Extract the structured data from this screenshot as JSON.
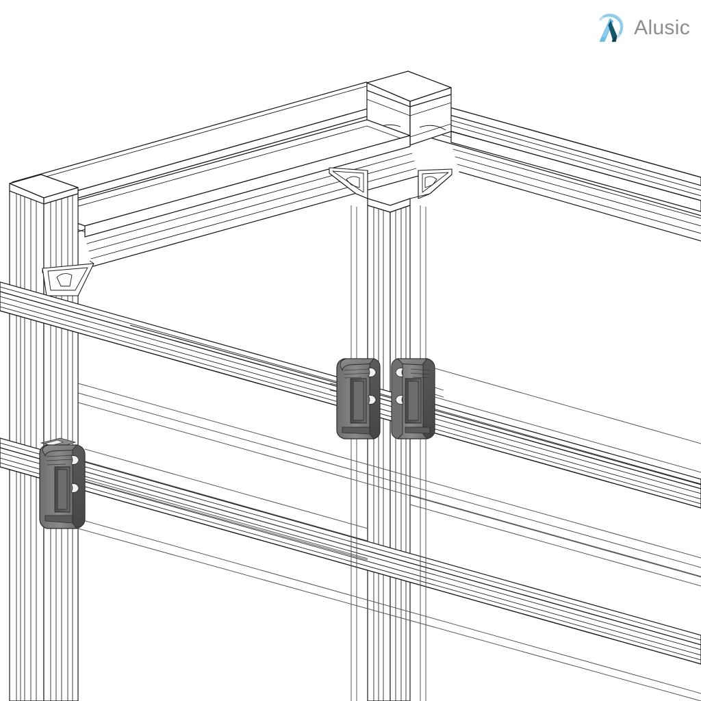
{
  "brand": {
    "name": "Alusic",
    "logo_icon": "alusic-a-arc-logo-icon",
    "text_color": "#8d8d8d",
    "mark_light_blue": "#7ec4e8",
    "mark_mid_blue": "#4fa8d8",
    "mark_dark_navy": "#15586f",
    "mark_pale_blue": "#bfe0f2"
  },
  "illustration": {
    "title": "Aluminium extrusion frame corner assembly",
    "type": "isometric-line-drawing",
    "background_color": "#ffffff",
    "line_color": "#1a1a1a",
    "line_color_light": "#555555",
    "fill_color": "#ffffff",
    "bracket_color_dark": "#4f4f4f",
    "bracket_color_mid": "#707070",
    "bracket_color_light": "#8f8f8f",
    "bracket_color_shadow": "#3a3a3a",
    "parts": [
      {
        "name": "top-rear-horizontal-beam-left",
        "kind": "aluminium-extrusion-profile",
        "orientation": "receding-up-right"
      },
      {
        "name": "top-rear-horizontal-beam-right",
        "kind": "aluminium-extrusion-profile",
        "orientation": "receding-down-right"
      },
      {
        "name": "top-front-horizontal-beam",
        "kind": "aluminium-extrusion-profile",
        "orientation": "receding-down-right"
      },
      {
        "name": "vertical-column-center",
        "kind": "aluminium-extrusion-profile",
        "orientation": "vertical"
      },
      {
        "name": "vertical-column-left",
        "kind": "aluminium-extrusion-profile",
        "orientation": "vertical"
      },
      {
        "name": "end-cap-center",
        "kind": "square-end-cap"
      },
      {
        "name": "end-cap-left",
        "kind": "square-end-cap"
      },
      {
        "name": "gusset-bracket-corner-left",
        "kind": "angle-gusset-bracket"
      },
      {
        "name": "gusset-bracket-corner-right",
        "kind": "angle-gusset-bracket"
      },
      {
        "name": "gusset-bracket-side",
        "kind": "angle-gusset-bracket"
      },
      {
        "name": "mid-horizontal-beam",
        "kind": "aluminium-extrusion-profile",
        "orientation": "receding-down-right"
      },
      {
        "name": "lower-horizontal-beam",
        "kind": "aluminium-extrusion-profile",
        "orientation": "receding-down-right"
      }
    ],
    "connectors": [
      {
        "name": "panel-retainer-bracket-center-left",
        "kind": "u-channel-panel-clip",
        "position": "center-column-left-face",
        "color": "#6b6b6b"
      },
      {
        "name": "panel-retainer-bracket-center-right",
        "kind": "u-channel-panel-clip",
        "position": "center-column-right-face",
        "color": "#6b6b6b"
      },
      {
        "name": "panel-retainer-bracket-left-column",
        "kind": "u-channel-panel-clip",
        "position": "left-column-front-face",
        "color": "#6b6b6b"
      }
    ]
  }
}
